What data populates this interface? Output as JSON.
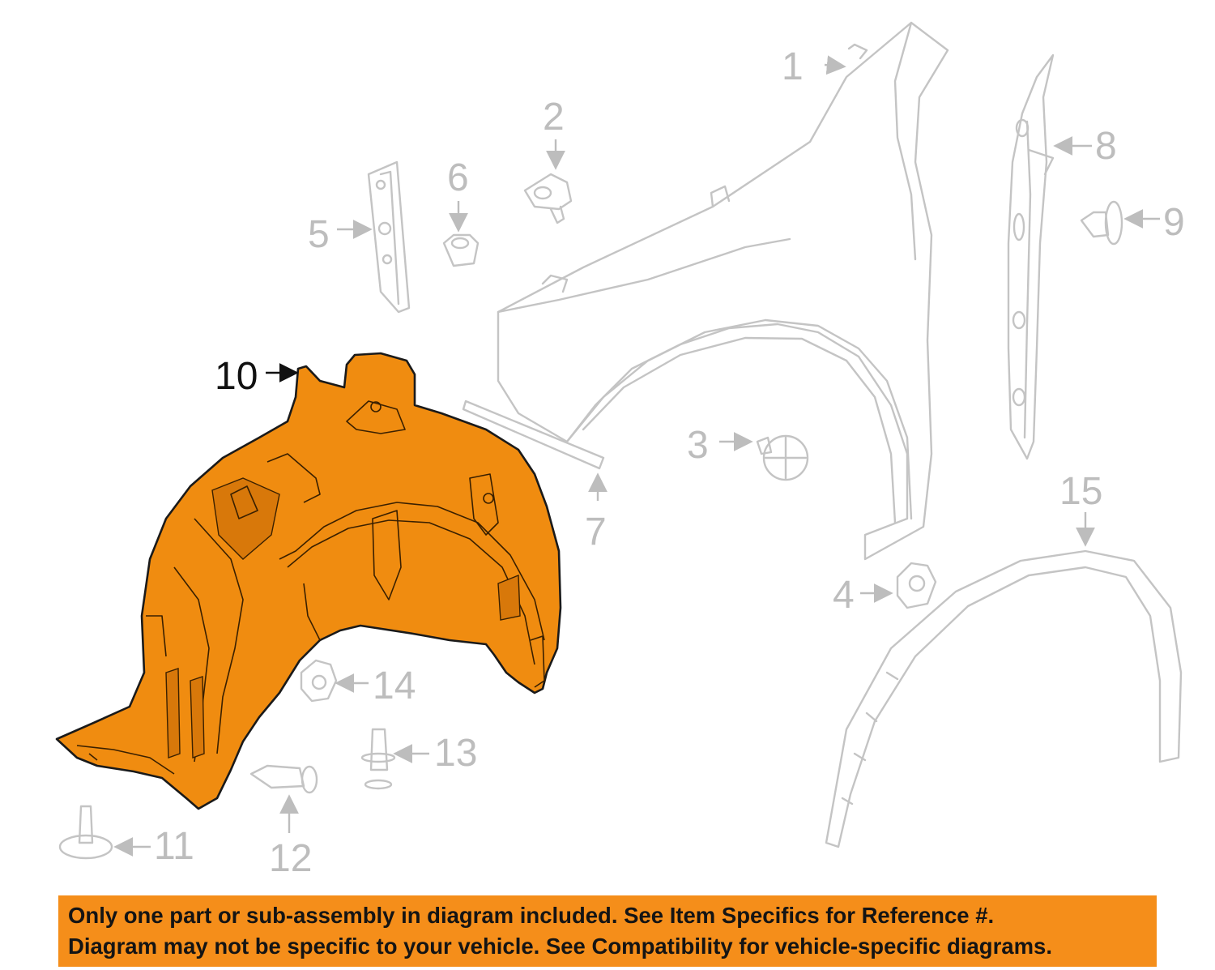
{
  "callouts": {
    "c1": "1",
    "c2": "2",
    "c3": "3",
    "c4": "4",
    "c5": "5",
    "c6": "6",
    "c7": "7",
    "c8": "8",
    "c9": "9",
    "c10": "10",
    "c11": "11",
    "c12": "12",
    "c13": "13",
    "c14": "14",
    "c15": "15"
  },
  "highlighted_part": "10",
  "colors": {
    "highlight": "#f08c10",
    "ghost_parts": "#c4c4c4",
    "banner": "#f58e1a"
  },
  "notice": {
    "line1": "Only one part or sub-assembly in diagram included. See Item Specifics for Reference #.",
    "line2": "Diagram may not be specific to your vehicle. See Compatibility for vehicle-specific diagrams."
  }
}
